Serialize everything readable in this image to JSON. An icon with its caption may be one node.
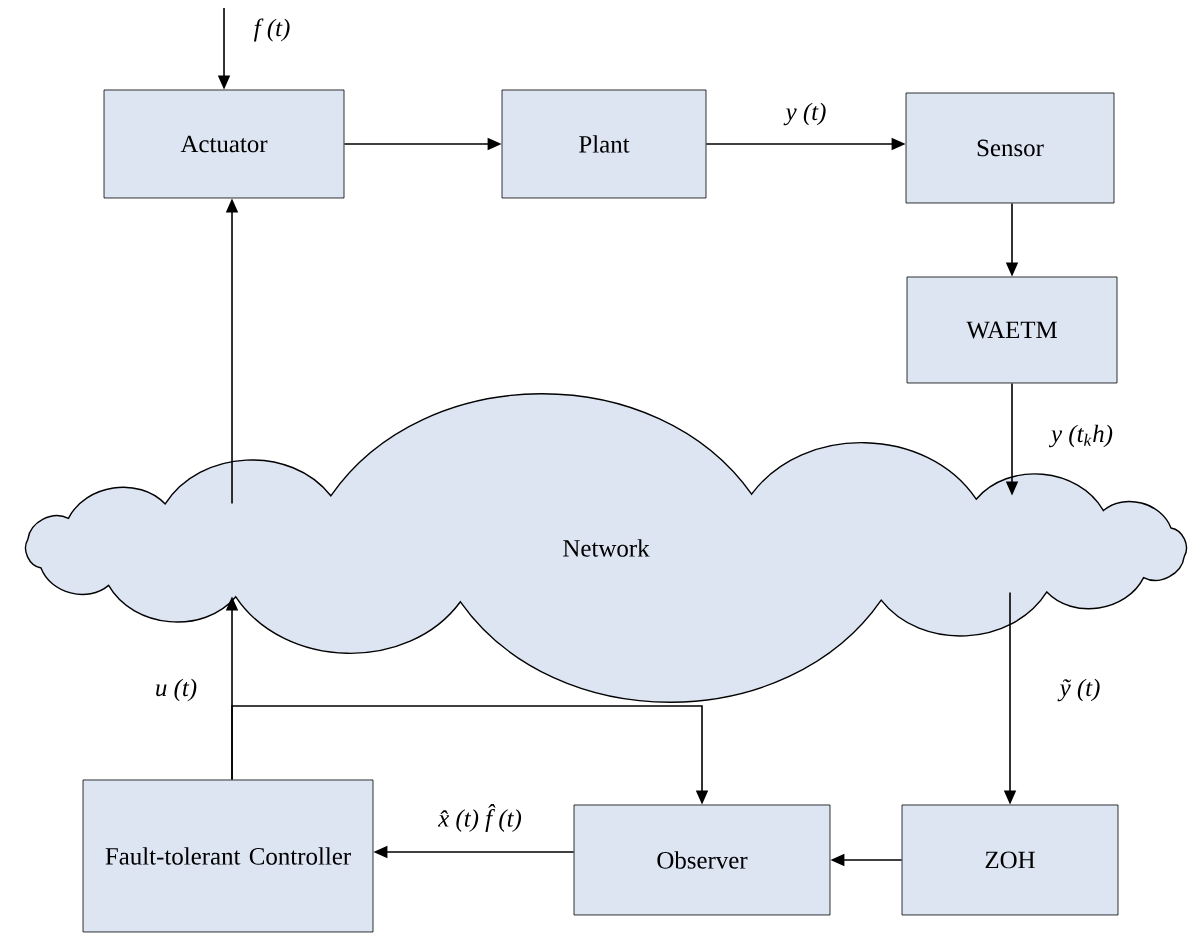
{
  "diagram": {
    "nodes": [
      {
        "text": [
          "Actuator"
        ]
      },
      {
        "text": [
          "Plant"
        ]
      },
      {
        "text": [
          "Sensor"
        ]
      },
      {
        "text": [
          "WAETM"
        ]
      },
      {
        "text": [
          "Network"
        ]
      },
      {
        "text": [
          "Fault-tolerant Controller"
        ]
      },
      {
        "text": [
          "Observer"
        ]
      },
      {
        "text": [
          "ZOH"
        ]
      }
    ],
    "edges": [
      {
        "from": null,
        "to": 0,
        "arrow": "to",
        "label": "f (t)"
      },
      {
        "from": 0,
        "to": 1,
        "arrow": "to"
      },
      {
        "from": 1,
        "to": 2,
        "arrow": "to",
        "label": "y (t)"
      },
      {
        "from": 2,
        "to": 3,
        "arrow": "to"
      },
      {
        "from": 3,
        "to": 4,
        "arrow": "to",
        "label": "y (t$_{k}$h)"
      },
      {
        "from": 4,
        "to": 0,
        "arrow": "to"
      },
      {
        "from": 5,
        "to": 4,
        "arrow": "to",
        "label": "u (t)"
      },
      {
        "from": 5,
        "to": 6,
        "arrow": "to"
      },
      {
        "from": 4,
        "to": 7,
        "arrow": "to",
        "label": "ỹ (t)"
      },
      {
        "from": 7,
        "to": 6,
        "arrow": "to"
      },
      {
        "from": 6,
        "to": 5,
        "arrow": "to",
        "label": "x̂ (t) f̂ (t)"
      }
    ]
  }
}
